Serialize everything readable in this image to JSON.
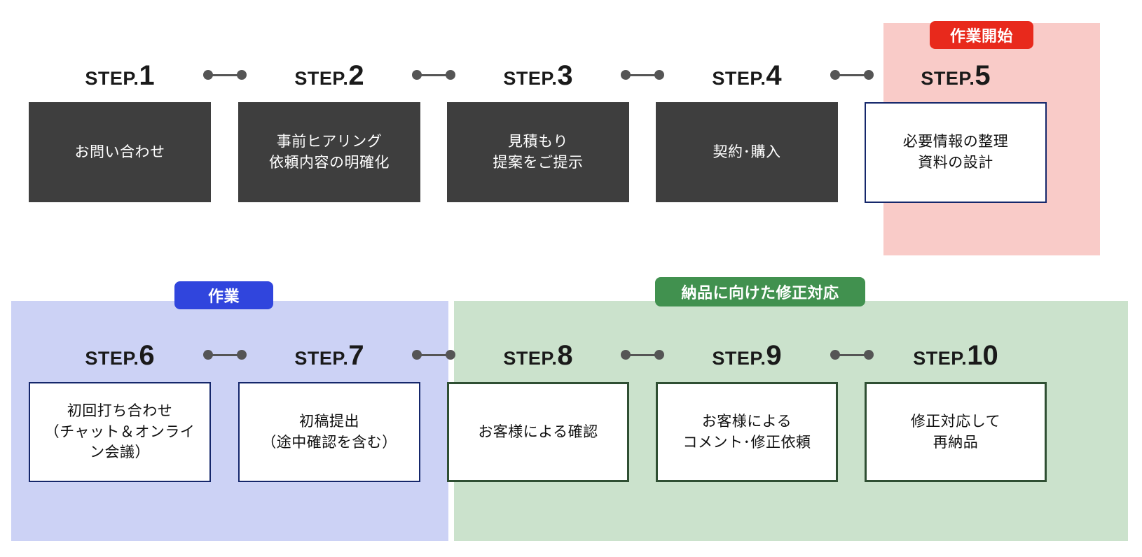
{
  "phases": [
    {
      "id": "prep",
      "badge": "作業開始",
      "badge_color": "#e8291c",
      "panel_color": "#f9cbc8"
    },
    {
      "id": "work",
      "badge": "作業",
      "badge_color": "#3045dd",
      "panel_color": "#ccd2f5"
    },
    {
      "id": "delivery",
      "badge": "納品に向けた修正対応",
      "badge_color": "#41914f",
      "panel_color": "#cbe2cc"
    }
  ],
  "step_word": "STEP.",
  "steps": [
    {
      "number": "1",
      "lines": [
        "お問い合わせ"
      ]
    },
    {
      "number": "2",
      "lines": [
        "事前ヒアリング",
        "依頼内容の明確化"
      ]
    },
    {
      "number": "3",
      "lines": [
        "見積もり",
        "提案をご提示"
      ]
    },
    {
      "number": "4",
      "lines": [
        "契約･購入"
      ]
    },
    {
      "number": "5",
      "lines": [
        "必要情報の整理",
        "資料の設計"
      ]
    },
    {
      "number": "6",
      "lines": [
        "初回打ち合わせ",
        "（チャット＆オンライ",
        "ン会議）"
      ]
    },
    {
      "number": "7",
      "lines": [
        "初稿提出",
        "（途中確認を含む）"
      ]
    },
    {
      "number": "8",
      "lines": [
        "お客様による確認"
      ]
    },
    {
      "number": "9",
      "lines": [
        "お客様による",
        "コメント･修正依頼"
      ]
    },
    {
      "number": "10",
      "lines": [
        "修正対応して",
        "再納品"
      ]
    }
  ],
  "colors": {
    "dark_box": "#3e3e3e",
    "navy_border": "#15276b",
    "green_border": "#2f4f33",
    "connector": "#555555",
    "text_dark": "#1a1a1a",
    "text_light": "#ffffff"
  }
}
